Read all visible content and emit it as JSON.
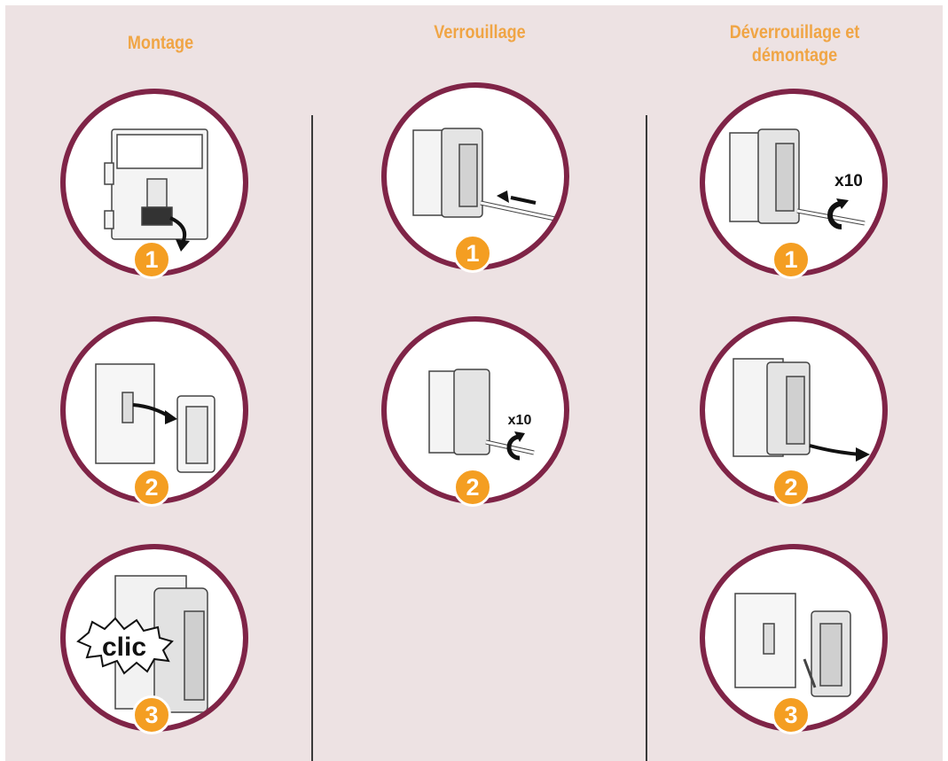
{
  "columns": [
    {
      "title": "Montage",
      "steps": [
        {
          "number": "1",
          "icon": "install-slide-down-illustration"
        },
        {
          "number": "2",
          "icon": "attach-module-illustration"
        },
        {
          "number": "3",
          "icon": "snap-in-click-illustration",
          "label": "clic"
        }
      ]
    },
    {
      "title": "Verrouillage",
      "steps": [
        {
          "number": "1",
          "icon": "insert-tool-illustration"
        },
        {
          "number": "2",
          "icon": "rotate-lock-illustration",
          "label": "x10"
        }
      ]
    },
    {
      "title_line1": "Déverrouillage et",
      "title_line2": "démontage",
      "steps": [
        {
          "number": "1",
          "icon": "rotate-unlock-illustration",
          "label": "x10"
        },
        {
          "number": "2",
          "icon": "pull-module-illustration"
        },
        {
          "number": "3",
          "icon": "removed-module-illustration"
        }
      ]
    }
  ],
  "colors": {
    "background": "#ede2e3",
    "ring": "#7f2447",
    "badge": "#f49e22",
    "title": "#f0a545",
    "divider": "#3a3a3a"
  }
}
